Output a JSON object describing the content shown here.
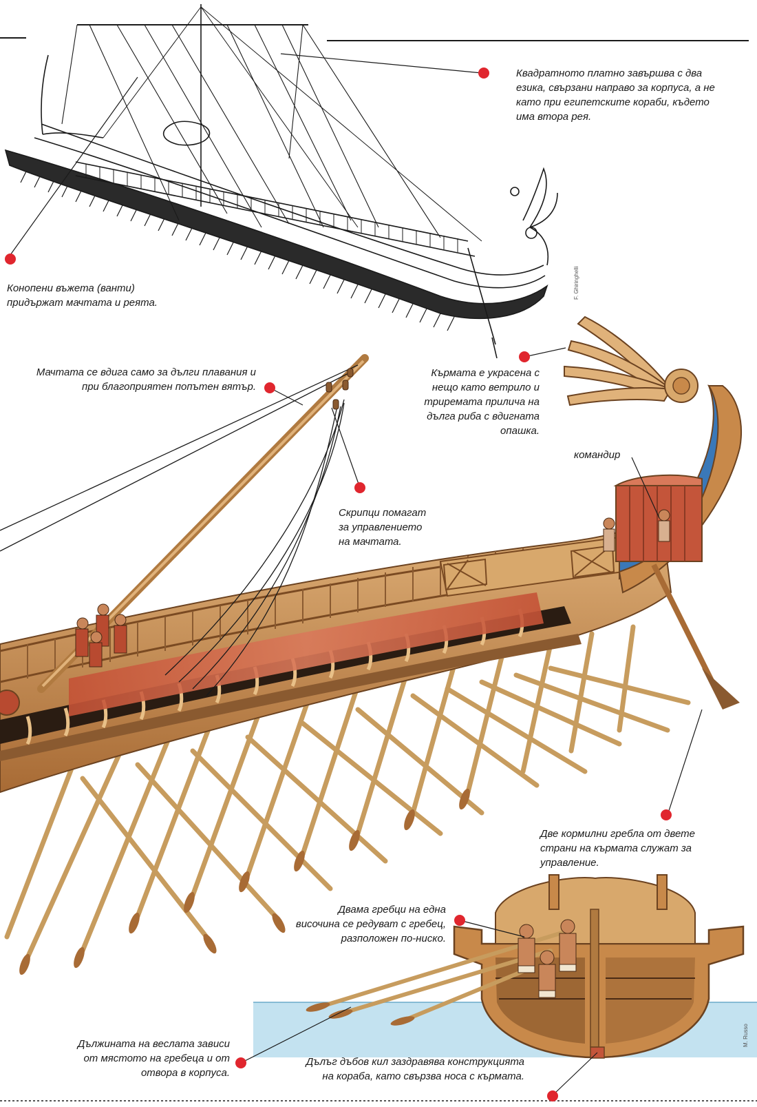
{
  "credits": {
    "top_illustrator": "F. Ghiringhelli",
    "bottom_illustrator": "M. Russo"
  },
  "colors": {
    "dot": "#e0262e",
    "hull_wood": "#c8894a",
    "stern_blue": "#3a78b8",
    "curtain": "#c4553a",
    "water": "#a9d6ea",
    "line": "#1a1a1a"
  },
  "annotations": {
    "sail": [
      "Квадратното платно завършва с два",
      "езика, свързани направо за корпуса, а не",
      "като при египетските кораби, където",
      "има втора рея."
    ],
    "shrouds": [
      "Конопени въжета (ванти)",
      "придържат мачтата и реята."
    ],
    "mast": [
      "Мачтата се вдига само за дълги плавания и",
      "при благоприятен попътен вятър."
    ],
    "stern": [
      "Кърмата е украсена с",
      "нещо като ветрило и",
      "триремата прилича на",
      "дълга риба с вдигната",
      "опашка."
    ],
    "commander": [
      "командир"
    ],
    "pulleys": [
      "Скрипци помагат",
      "за управлението",
      "на мачтата."
    ],
    "rudders": [
      "Две кормилни гребла от двете",
      "страни на кърмата служат за",
      "управление."
    ],
    "rowers": [
      "Двама гребци на една",
      "височина се редуват с гребец,",
      "разположен по-ниско."
    ],
    "oars": [
      "Дължината на веслата зависи",
      "от мястото на гребеца и от",
      "отвора в корпуса."
    ],
    "keel": [
      "Дълъг дъбов кил заздравява конструкцията",
      "на кораба, като свързва носа с кърмата."
    ]
  }
}
